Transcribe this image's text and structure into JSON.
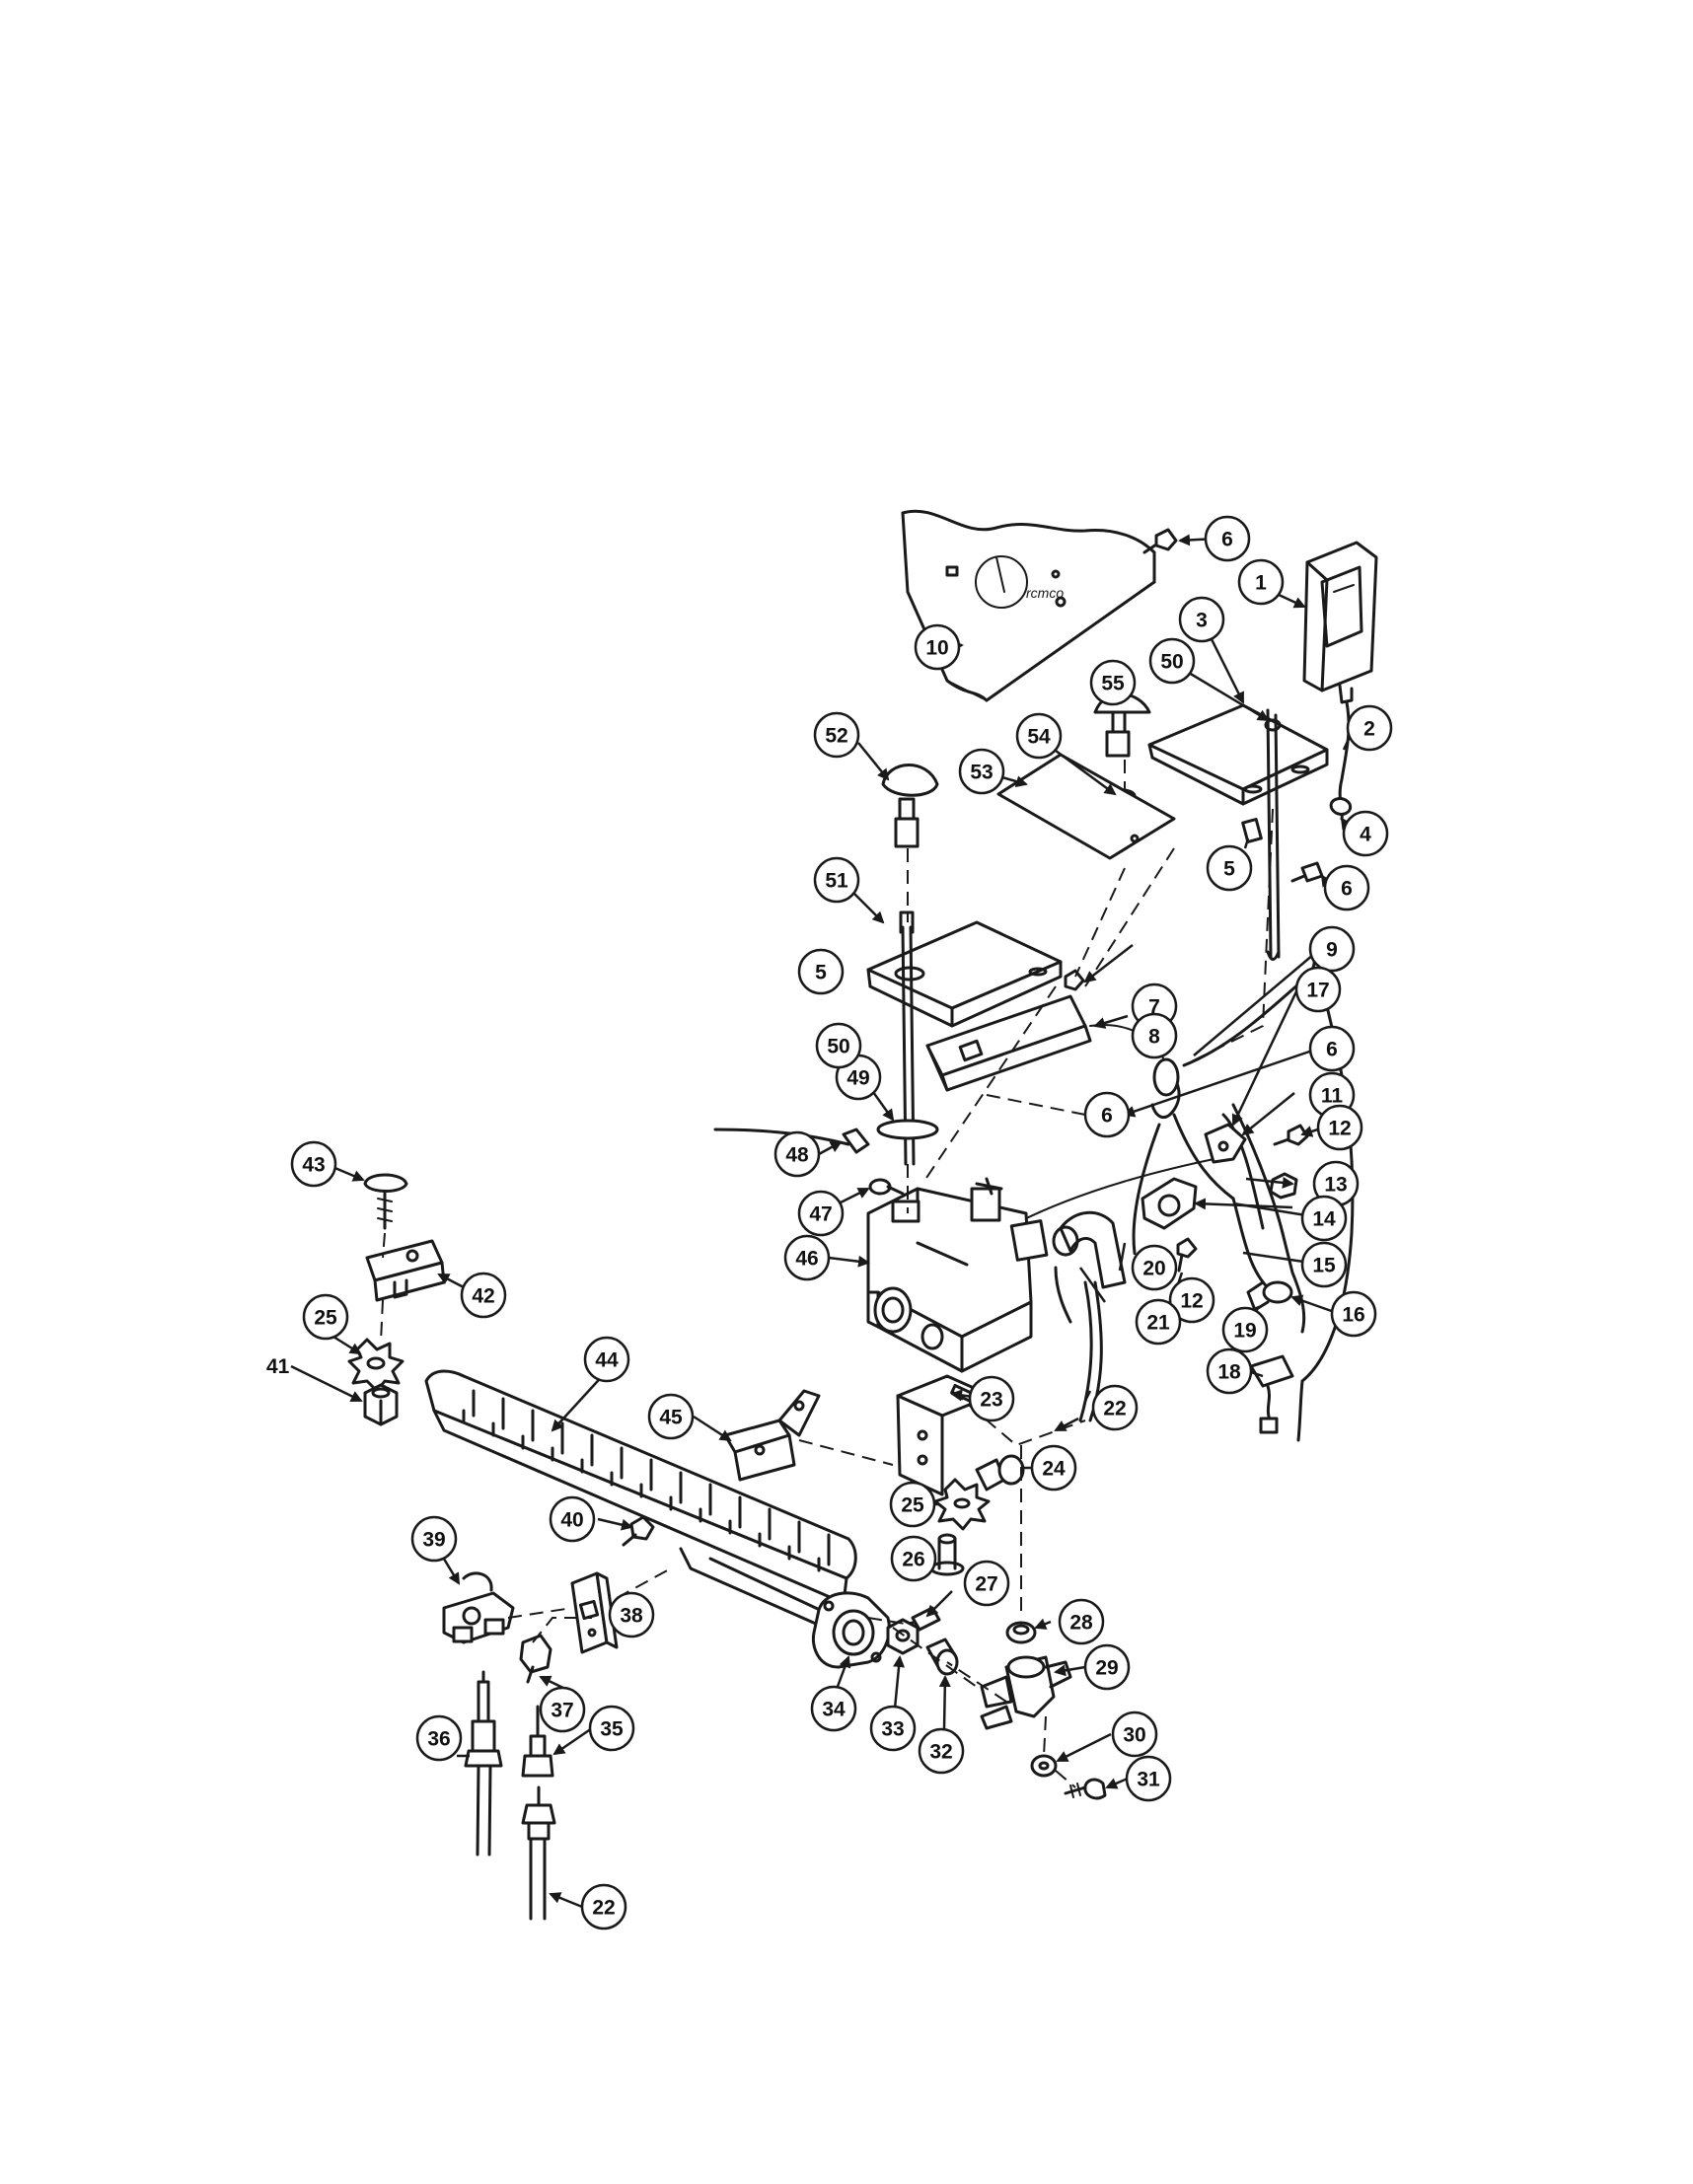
{
  "diagram": {
    "callouts": [
      "1",
      "2",
      "3",
      "4",
      "5",
      "5",
      "6",
      "6",
      "6",
      "6",
      "7",
      "8",
      "9",
      "10",
      "11",
      "12",
      "12",
      "13",
      "14",
      "15",
      "16",
      "17",
      "18",
      "19",
      "20",
      "21",
      "22",
      "22",
      "23",
      "24",
      "25",
      "25",
      "26",
      "27",
      "28",
      "29",
      "30",
      "31",
      "32",
      "33",
      "34",
      "35",
      "36",
      "37",
      "38",
      "39",
      "40",
      "41",
      "42",
      "43",
      "44",
      "45",
      "46",
      "47",
      "48",
      "49",
      "50",
      "50",
      "51",
      "52",
      "53",
      "54",
      "55"
    ],
    "nameplate_text": "rcmco"
  }
}
